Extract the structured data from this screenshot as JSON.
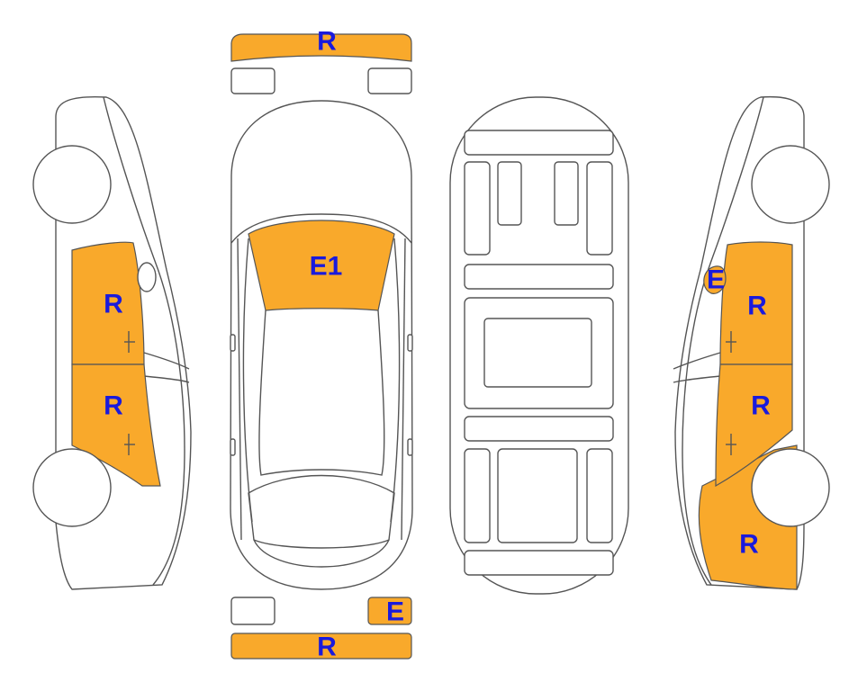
{
  "colors": {
    "damage": "#f9a92b",
    "label": "#1a1adc",
    "outline": "#555555"
  },
  "damage_labels": {
    "front_bumper": "R",
    "rear_bumper": "R",
    "rear_left_light": "E",
    "windshield": "E1",
    "left_front_door": "R",
    "left_rear_door": "R",
    "right_mirror": "E",
    "right_front_door": "R",
    "right_rear_door": "R",
    "right_rear_quarter": "R"
  }
}
